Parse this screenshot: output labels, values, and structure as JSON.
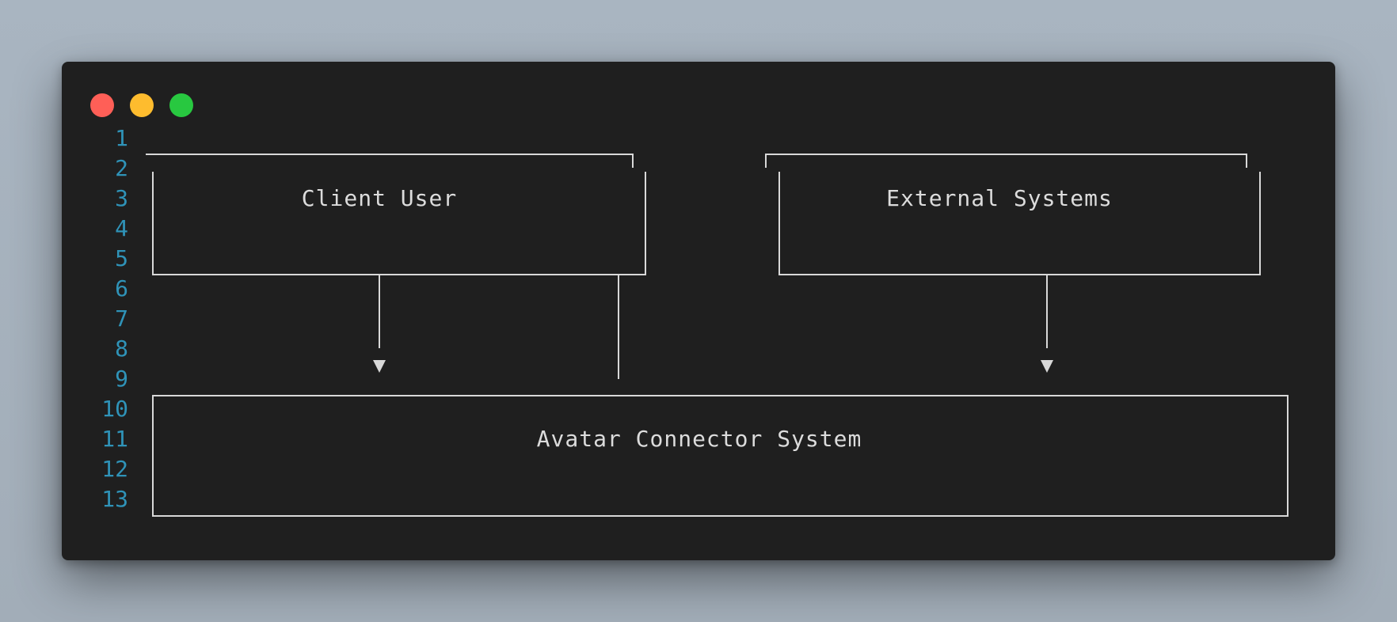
{
  "window": {
    "controls": [
      {
        "name": "close",
        "color": "#ff5f57"
      },
      {
        "name": "minimize",
        "color": "#febc2e"
      },
      {
        "name": "maximize",
        "color": "#28c840"
      }
    ]
  },
  "line_numbers": [
    "1",
    "2",
    "3",
    "4",
    "5",
    "6",
    "7",
    "8",
    "9",
    "10",
    "11",
    "12",
    "13"
  ],
  "diagram": {
    "nodes": {
      "client_user": "Client User",
      "external_systems": "External Systems",
      "avatar_connector": "Avatar Connector System"
    },
    "edges": [
      {
        "from": "Client User",
        "to": "Avatar Connector System",
        "arrow": true
      },
      {
        "from": "Client User",
        "to": "Avatar Connector System",
        "arrow": false
      },
      {
        "from": "External Systems",
        "to": "Avatar Connector System",
        "arrow": true
      }
    ]
  },
  "colors": {
    "background": "#1f1f1f",
    "line_number": "#2f93b8",
    "text": "#dcdcdc",
    "stroke": "#d8d8d8"
  }
}
